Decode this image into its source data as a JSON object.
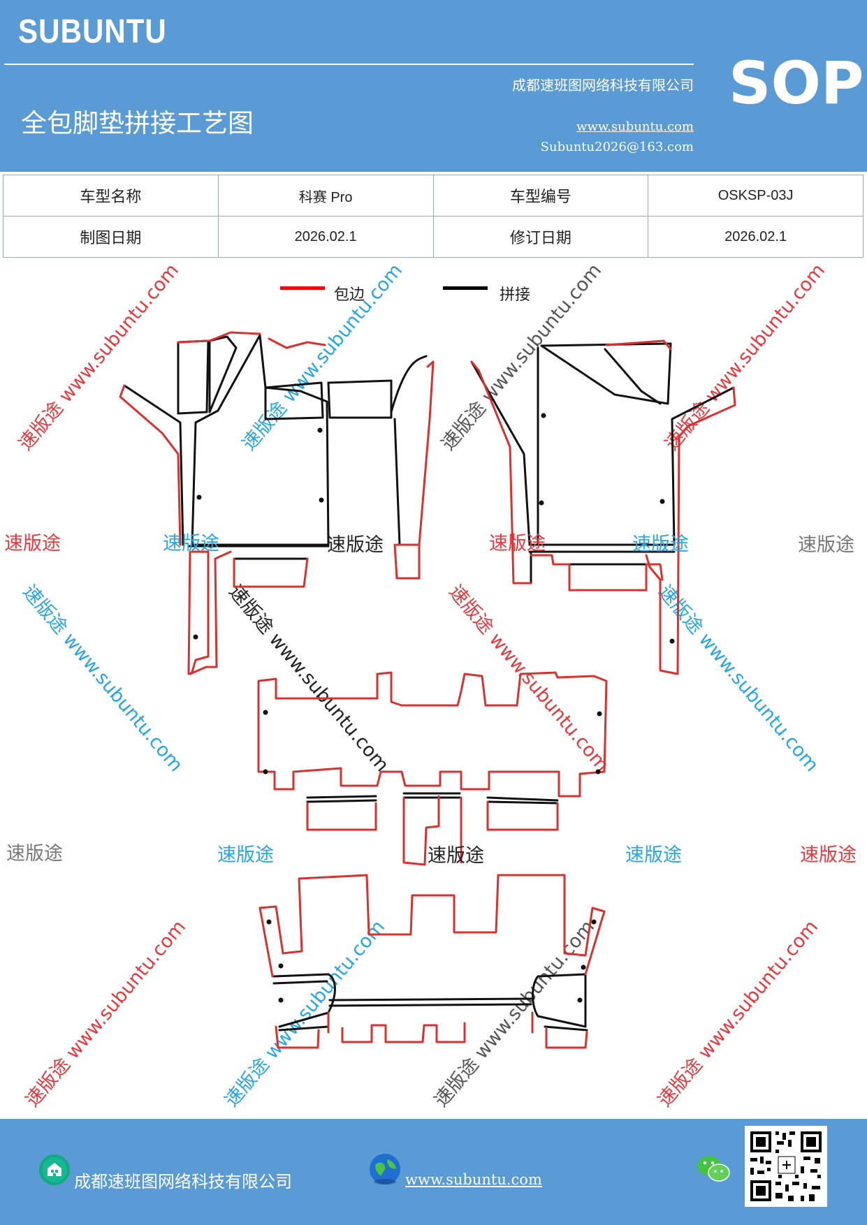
{
  "header": {
    "brand": "SUBUNTU",
    "doc_type": "SOP",
    "title": "全包脚垫拼接工艺图",
    "company": "成都速班图网络科技有限公司",
    "website": "www.subuntu.com",
    "email": "Subuntu2026@163.com"
  },
  "info_table": {
    "model_name_label": "车型名称",
    "model_name": "科赛 Pro",
    "model_code_label": "车型编号",
    "model_code": "OSKSP-03J",
    "draw_date_label": "制图日期",
    "draw_date": "2026.02.1",
    "revise_date_label": "修订日期",
    "revise_date": "2026.02.1"
  },
  "legend": [
    {
      "label": "包边",
      "color": "#ff0000"
    },
    {
      "label": "拼接",
      "color": "#000000"
    }
  ],
  "watermarks": {
    "diagonal": "速版途 www.subuntu.com",
    "short": "速版途"
  },
  "colors": {
    "header_bg": "#5b9bd5",
    "edge_red": "#d93030",
    "seam_black": "#111111"
  },
  "footer": {
    "company": "成都速班图网络科技有限公司",
    "website": "www.subuntu.com",
    "icons": [
      "company-icon",
      "globe-icon",
      "wechat-icon",
      "qr-code"
    ]
  }
}
